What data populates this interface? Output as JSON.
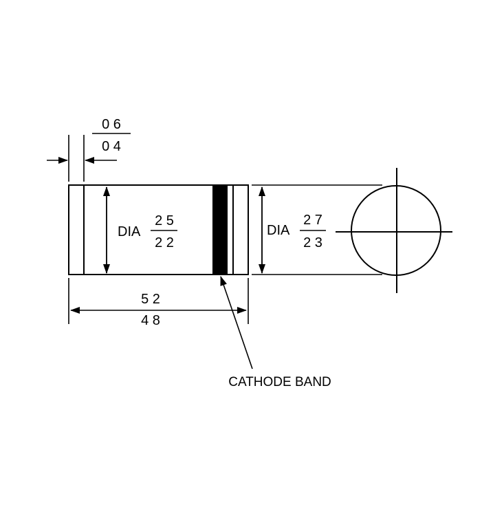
{
  "lead_length": {
    "max": "0 6",
    "min": "0 4"
  },
  "body_diameter": {
    "prefix": "DIA",
    "max": "2 5",
    "min": "2 2"
  },
  "overall_diameter": {
    "prefix": "DIA",
    "max": "2 7",
    "min": "2 3"
  },
  "body_length": {
    "max": "5 2",
    "min": "4 8"
  },
  "callout": {
    "label": "CATHODE BAND"
  },
  "colors": {
    "line": "#000000",
    "background": "#ffffff",
    "band": "#000000"
  }
}
